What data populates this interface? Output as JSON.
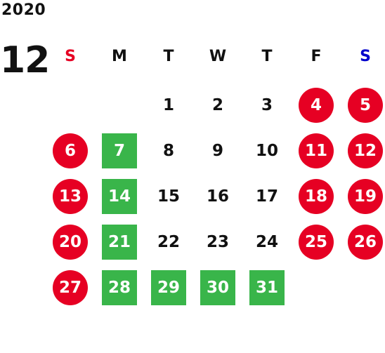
{
  "calendar": {
    "year": "2020",
    "month": "12",
    "weekday_headers": [
      {
        "label": "S",
        "color": "#e60023"
      },
      {
        "label": "M",
        "color": "#111111"
      },
      {
        "label": "T",
        "color": "#111111"
      },
      {
        "label": "W",
        "color": "#111111"
      },
      {
        "label": "T",
        "color": "#111111"
      },
      {
        "label": "F",
        "color": "#111111"
      },
      {
        "label": "S",
        "color": "#0000cc"
      }
    ],
    "weeks": [
      [
        null,
        null,
        {
          "day": "1",
          "type": "normal"
        },
        {
          "day": "2",
          "type": "normal"
        },
        {
          "day": "3",
          "type": "normal"
        },
        {
          "day": "4",
          "type": "holiday"
        },
        {
          "day": "5",
          "type": "holiday"
        }
      ],
      [
        {
          "day": "6",
          "type": "holiday"
        },
        {
          "day": "7",
          "type": "closed"
        },
        {
          "day": "8",
          "type": "normal"
        },
        {
          "day": "9",
          "type": "normal"
        },
        {
          "day": "10",
          "type": "normal"
        },
        {
          "day": "11",
          "type": "holiday"
        },
        {
          "day": "12",
          "type": "holiday"
        }
      ],
      [
        {
          "day": "13",
          "type": "holiday"
        },
        {
          "day": "14",
          "type": "closed"
        },
        {
          "day": "15",
          "type": "normal"
        },
        {
          "day": "16",
          "type": "normal"
        },
        {
          "day": "17",
          "type": "normal"
        },
        {
          "day": "18",
          "type": "holiday"
        },
        {
          "day": "19",
          "type": "holiday"
        }
      ],
      [
        {
          "day": "20",
          "type": "holiday"
        },
        {
          "day": "21",
          "type": "closed"
        },
        {
          "day": "22",
          "type": "normal"
        },
        {
          "day": "23",
          "type": "normal"
        },
        {
          "day": "24",
          "type": "normal"
        },
        {
          "day": "25",
          "type": "holiday"
        },
        {
          "day": "26",
          "type": "holiday"
        }
      ],
      [
        {
          "day": "27",
          "type": "holiday"
        },
        {
          "day": "28",
          "type": "closed"
        },
        {
          "day": "29",
          "type": "closed"
        },
        {
          "day": "30",
          "type": "closed"
        },
        {
          "day": "31",
          "type": "closed"
        },
        null,
        null
      ]
    ],
    "colors": {
      "holiday": "#e60023",
      "closed": "#39b54a",
      "sunday_header": "#e60023",
      "saturday_header": "#0000cc"
    }
  }
}
